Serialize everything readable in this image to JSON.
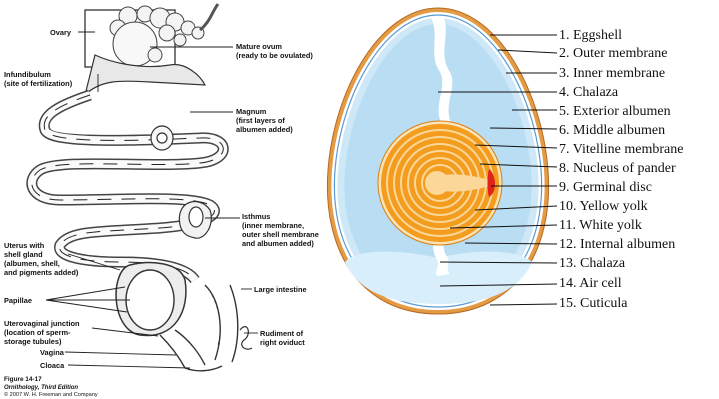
{
  "oviduct": {
    "labels": {
      "ovary": "Ovary",
      "mature_ovum_1": "Mature ovum",
      "mature_ovum_2": "(ready to be ovulated)",
      "infundibulum_1": "Infundibulum",
      "infundibulum_2": "(site of fertilization)",
      "magnum_1": "Magnum",
      "magnum_2": "(first layers of",
      "magnum_3": "albumen added)",
      "isthmus_1": "Isthmus",
      "isthmus_2": "(inner membrane,",
      "isthmus_3": "outer shell membrane",
      "isthmus_4": "and albumen added)",
      "uterus_1": "Uterus with",
      "uterus_2": "shell gland",
      "uterus_3": "(albumen, shell,",
      "uterus_4": "and pigments added)",
      "papillae": "Papillae",
      "large_intestine": "Large intestine",
      "uterovaginal_1": "Uterovaginal junction",
      "uterovaginal_2": "(location of sperm-",
      "uterovaginal_3": "storage tubules)",
      "rudiment_1": "Rudiment of",
      "rudiment_2": "right oviduct",
      "vagina": "Vagina",
      "cloaca": "Cloaca"
    },
    "caption": {
      "figure": "Figure 14-17",
      "book": "Ornithology, Third Edition",
      "copyright": "© 2007 W. H. Freeman and Company"
    }
  },
  "egg": {
    "labels": [
      "1. Eggshell",
      "2. Outer membrane",
      "3. Inner membrane",
      "4. Chalaza",
      "5. Exterior albumen",
      "6. Middle albumen",
      "7. Vitelline membrane",
      "8. Nucleus of pander",
      "9. Germinal disc",
      "10. Yellow yolk",
      "11. White yolk",
      "12. Internal albumen",
      "13. Chalaza",
      "14. Air cell",
      "15. Cuticula"
    ],
    "colors": {
      "shell": "#e39b45",
      "membrane": "#ffffff",
      "outer_membrane_line": "#5a9bd5",
      "albumen_exterior": "#cfe8f7",
      "albumen_middle": "#b9ddf3",
      "yolk_orange": "#f39c1e",
      "yolk_light": "#fbd79a",
      "germinal_disc": "#e0231b"
    }
  }
}
